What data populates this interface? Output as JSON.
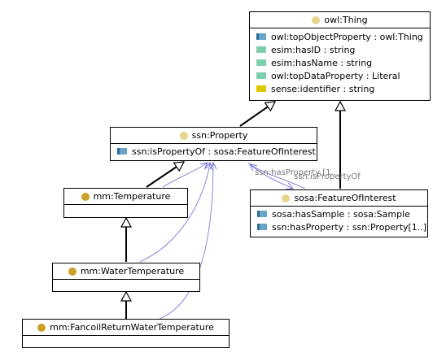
{
  "classes": {
    "owl_thing": {
      "name": "owl:Thing",
      "rows": [
        {
          "text": "owl:topObjectProperty : owl:Thing",
          "kind": "object-property"
        },
        {
          "text": "esim:hasID : string",
          "kind": "data-property"
        },
        {
          "text": "esim:hasName : string",
          "kind": "data-property"
        },
        {
          "text": "owl:topDataProperty : Literal",
          "kind": "data-property"
        },
        {
          "text": "sense:identifier : string",
          "kind": "annotation-property"
        }
      ]
    },
    "ssn_property": {
      "name": "ssn:Property",
      "rows": [
        {
          "text": "ssn:isPropertyOf : sosa:FeatureOfInterest",
          "kind": "object-property"
        }
      ]
    },
    "feature_of_interest": {
      "name": "sosa:FeatureOfInterest",
      "rows": [
        {
          "text": "sosa:hasSample : sosa:Sample",
          "kind": "object-property"
        },
        {
          "text": "ssn:hasProperty : ssn:Property[1..]",
          "kind": "object-property"
        }
      ]
    },
    "temperature": {
      "name": "mm:Temperature",
      "rows": []
    },
    "water_temperature": {
      "name": "mm:WaterTemperature",
      "rows": []
    },
    "fancoil": {
      "name": "mm:FancoilReturnWaterTemperature",
      "rows": []
    }
  },
  "edge_labels": {
    "has_property": "ssn:hasProperty [1..",
    "is_property_of": "ssn:isPropertyOf"
  },
  "colors": {
    "object_property": "#6aa3c8",
    "data_property": "#7fcfae",
    "annotation_property": "#e0c800",
    "abstract_class_dot": "#e8d58a",
    "concrete_class_dot": "#c9a227",
    "association_line": "#6b6bd6"
  }
}
